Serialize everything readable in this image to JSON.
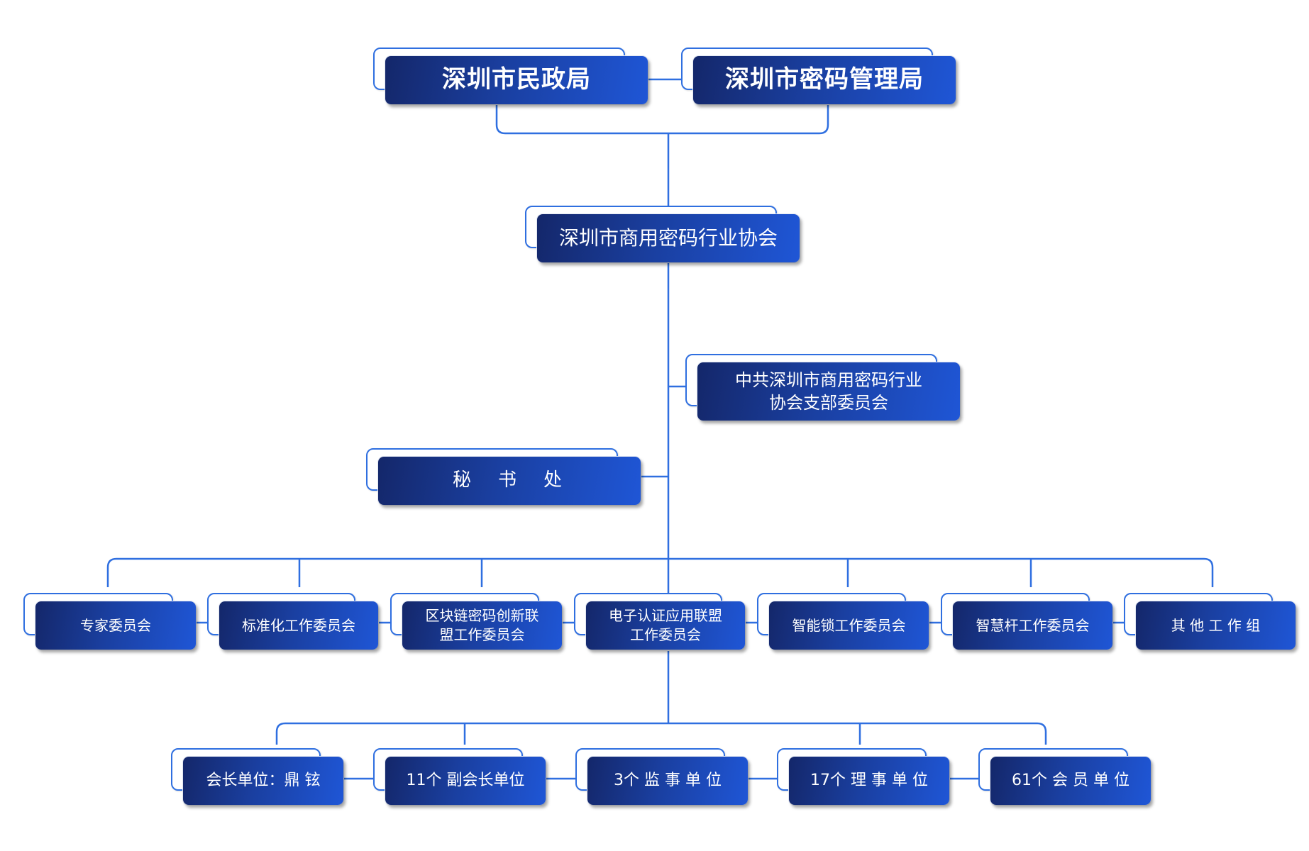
{
  "top_authorities": [
    {
      "label": "深圳市民政局"
    },
    {
      "label": "深圳市密码管理局"
    }
  ],
  "association": {
    "label": "深圳市商用密码行业协会"
  },
  "party_branch": {
    "line1": "中共深圳市商用密码行业",
    "line2": "协会支部委员会"
  },
  "secretariat": {
    "label": "秘　书　处"
  },
  "committees": [
    {
      "line1": "专家委员会",
      "line2": ""
    },
    {
      "line1": "标准化工作委员会",
      "line2": ""
    },
    {
      "line1": "区块链密码创新联",
      "line2": "盟工作委员会"
    },
    {
      "line1": "电子认证应用联盟",
      "line2": "工作委员会"
    },
    {
      "line1": "智能锁工作委员会",
      "line2": ""
    },
    {
      "line1": "智慧杆工作委员会",
      "line2": ""
    },
    {
      "line1": "其 他 工 作 组",
      "line2": ""
    }
  ],
  "member_units": [
    {
      "label": "会长单位：鼎 铉"
    },
    {
      "label": "11个 副会长单位"
    },
    {
      "label": "3个  监 事 单 位"
    },
    {
      "label": "17个  理 事 单 位"
    },
    {
      "label": "61个  会 员 单 位"
    }
  ],
  "colors": {
    "box_dark": "#14276a",
    "box_light": "#1f56d6",
    "connector": "#2f6fe0",
    "text": "#ffffff"
  }
}
